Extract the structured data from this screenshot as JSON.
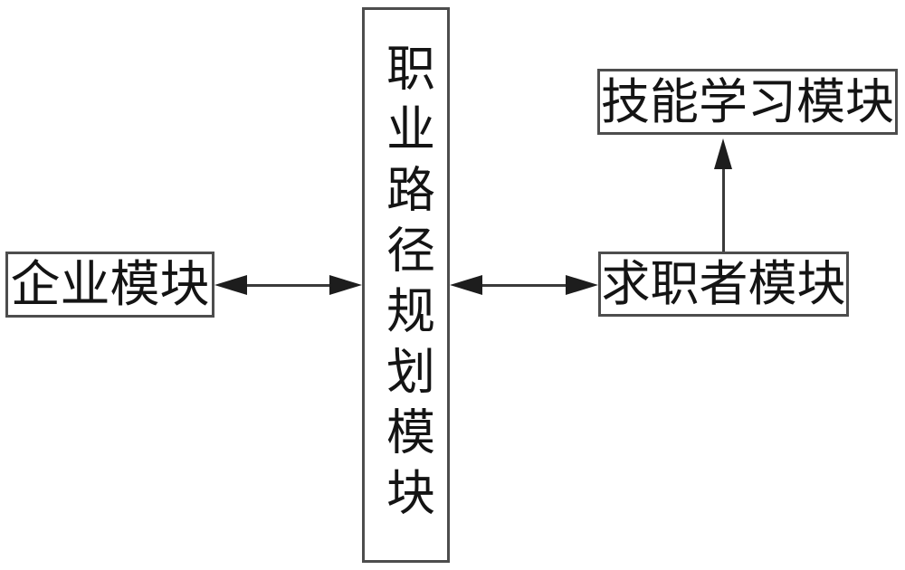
{
  "diagram": {
    "title": "career path planning system block diagram",
    "colors": {
      "background": "#ffffff",
      "box_border": "#4d4d4d",
      "text": "#141414",
      "arrow": "#1d1d1d"
    },
    "nodes": [
      {
        "id": "career-path-planning",
        "label": "职业路径规划模块",
        "orientation": "vertical"
      },
      {
        "id": "enterprise",
        "label": "企业模块",
        "orientation": "horizontal"
      },
      {
        "id": "jobseeker",
        "label": "求职者模块",
        "orientation": "horizontal"
      },
      {
        "id": "skill-learning",
        "label": "技能学习模块",
        "orientation": "horizontal"
      }
    ],
    "edges": [
      {
        "from": "enterprise",
        "to": "career-path-planning",
        "type": "double-headed",
        "direction": "horizontal"
      },
      {
        "from": "career-path-planning",
        "to": "jobseeker",
        "type": "double-headed",
        "direction": "horizontal"
      },
      {
        "from": "jobseeker",
        "to": "skill-learning",
        "type": "single-headed",
        "direction": "up"
      }
    ]
  }
}
